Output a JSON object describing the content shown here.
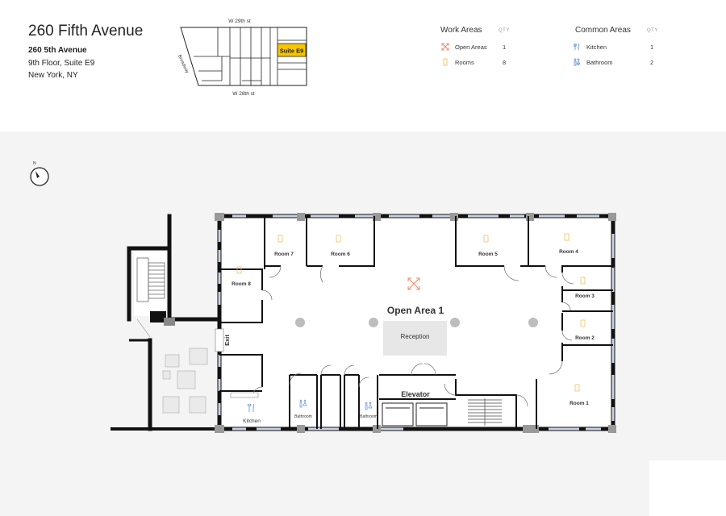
{
  "header": {
    "title": "260 Fifth Avenue",
    "address_line1": "260 5th Avenue",
    "address_line2": "9th Floor, Suite E9",
    "address_line3": "New York, NY"
  },
  "location_map": {
    "street_top": "W 29th st",
    "street_bottom": "W 28th st",
    "street_side": "Broadway",
    "suite_label": "Suite E9",
    "highlight_color": "#f7c400"
  },
  "legend": {
    "qty_label": "QTY",
    "work_areas": {
      "heading": "Work Areas",
      "items": [
        {
          "label": "Open Areas",
          "qty": "1",
          "icon": "open-area-icon",
          "color": "#f08a6a"
        },
        {
          "label": "Rooms",
          "qty": "8",
          "icon": "room-icon",
          "color": "#f0c060"
        }
      ]
    },
    "common_areas": {
      "heading": "Common Areas",
      "items": [
        {
          "label": "Kitchen",
          "qty": "1",
          "icon": "kitchen-icon",
          "color": "#6a9ad8"
        },
        {
          "label": "Bathroom",
          "qty": "2",
          "icon": "bathroom-icon",
          "color": "#6a9ad8"
        }
      ]
    }
  },
  "compass": {
    "label": "N"
  },
  "floorplan": {
    "open_area": "Open Area 1",
    "reception": "Reception",
    "elevator": "Elevator",
    "exit": "Exit",
    "kitchen": "Kitchen",
    "bathroom_1": "Bathroom",
    "bathroom_2": "Bathroom",
    "rooms": {
      "room_1": "Room 1",
      "room_2": "Room 2",
      "room_3": "Room 3",
      "room_4": "Room 4",
      "room_5": "Room 5",
      "room_6": "Room 6",
      "room_7": "Room 7",
      "room_8": "Room 8"
    }
  }
}
